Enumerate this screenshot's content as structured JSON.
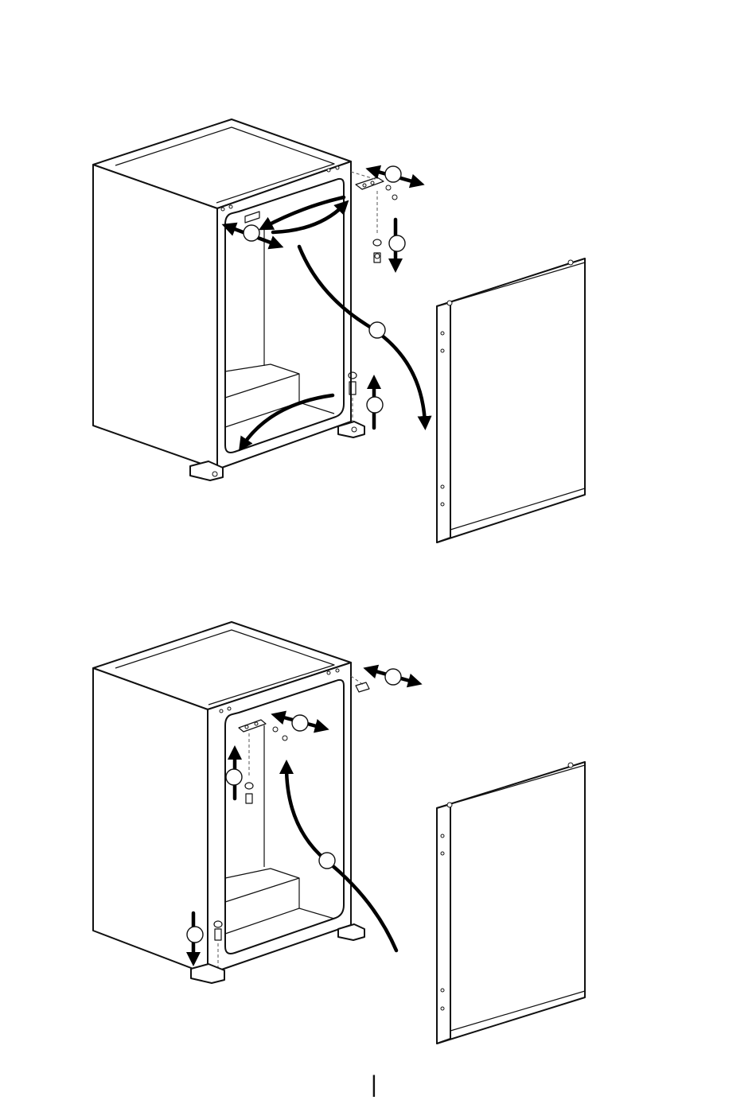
{
  "figures": [
    {
      "id": "top",
      "description_parts": [
        "cabinet",
        "door",
        "hinge",
        "hinge-pin",
        "reversal-arrows",
        "step-circles"
      ]
    },
    {
      "id": "bottom",
      "description_parts": [
        "cabinet",
        "door",
        "hinge",
        "hinge-pin",
        "reversal-arrows",
        "step-circles"
      ]
    }
  ],
  "footer": {
    "page_marker": "|"
  },
  "colors": {
    "line": "#111111",
    "background": "#ffffff",
    "arrow": "#000000"
  }
}
